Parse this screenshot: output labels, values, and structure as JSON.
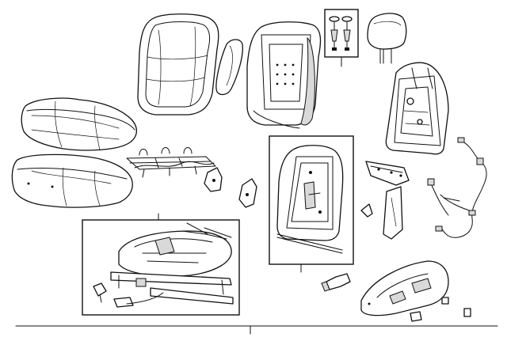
{
  "diagram": {
    "title": "",
    "parts": [
      {
        "id": "seat-back-cover",
        "icon": "seat-back-cover-icon"
      },
      {
        "id": "seat-cushion-cover",
        "icon": "seat-cushion-cover-icon"
      },
      {
        "id": "seat-cushion-pad",
        "icon": "seat-cushion-pad-icon"
      },
      {
        "id": "cushion-suspension",
        "icon": "cushion-suspension-icon"
      },
      {
        "id": "side-trim-panel",
        "icon": "side-trim-panel-icon"
      },
      {
        "id": "seat-back-pad",
        "icon": "seat-back-pad-icon"
      },
      {
        "id": "headrest-guides-hardware",
        "icon": "headrest-guides-icon"
      },
      {
        "id": "headrest",
        "icon": "headrest-icon"
      },
      {
        "id": "seat-back-frame",
        "icon": "seat-back-frame-icon"
      },
      {
        "id": "wiring-harness",
        "icon": "wiring-harness-icon"
      },
      {
        "id": "seat-adjuster-track",
        "icon": "seat-track-icon"
      },
      {
        "id": "recliner-bracket",
        "icon": "recliner-bracket-icon"
      },
      {
        "id": "hinge-bracket",
        "icon": "hinge-bracket-icon"
      },
      {
        "id": "side-shield",
        "icon": "side-shield-icon"
      },
      {
        "id": "switch-knob",
        "icon": "switch-knob-icon"
      }
    ]
  }
}
